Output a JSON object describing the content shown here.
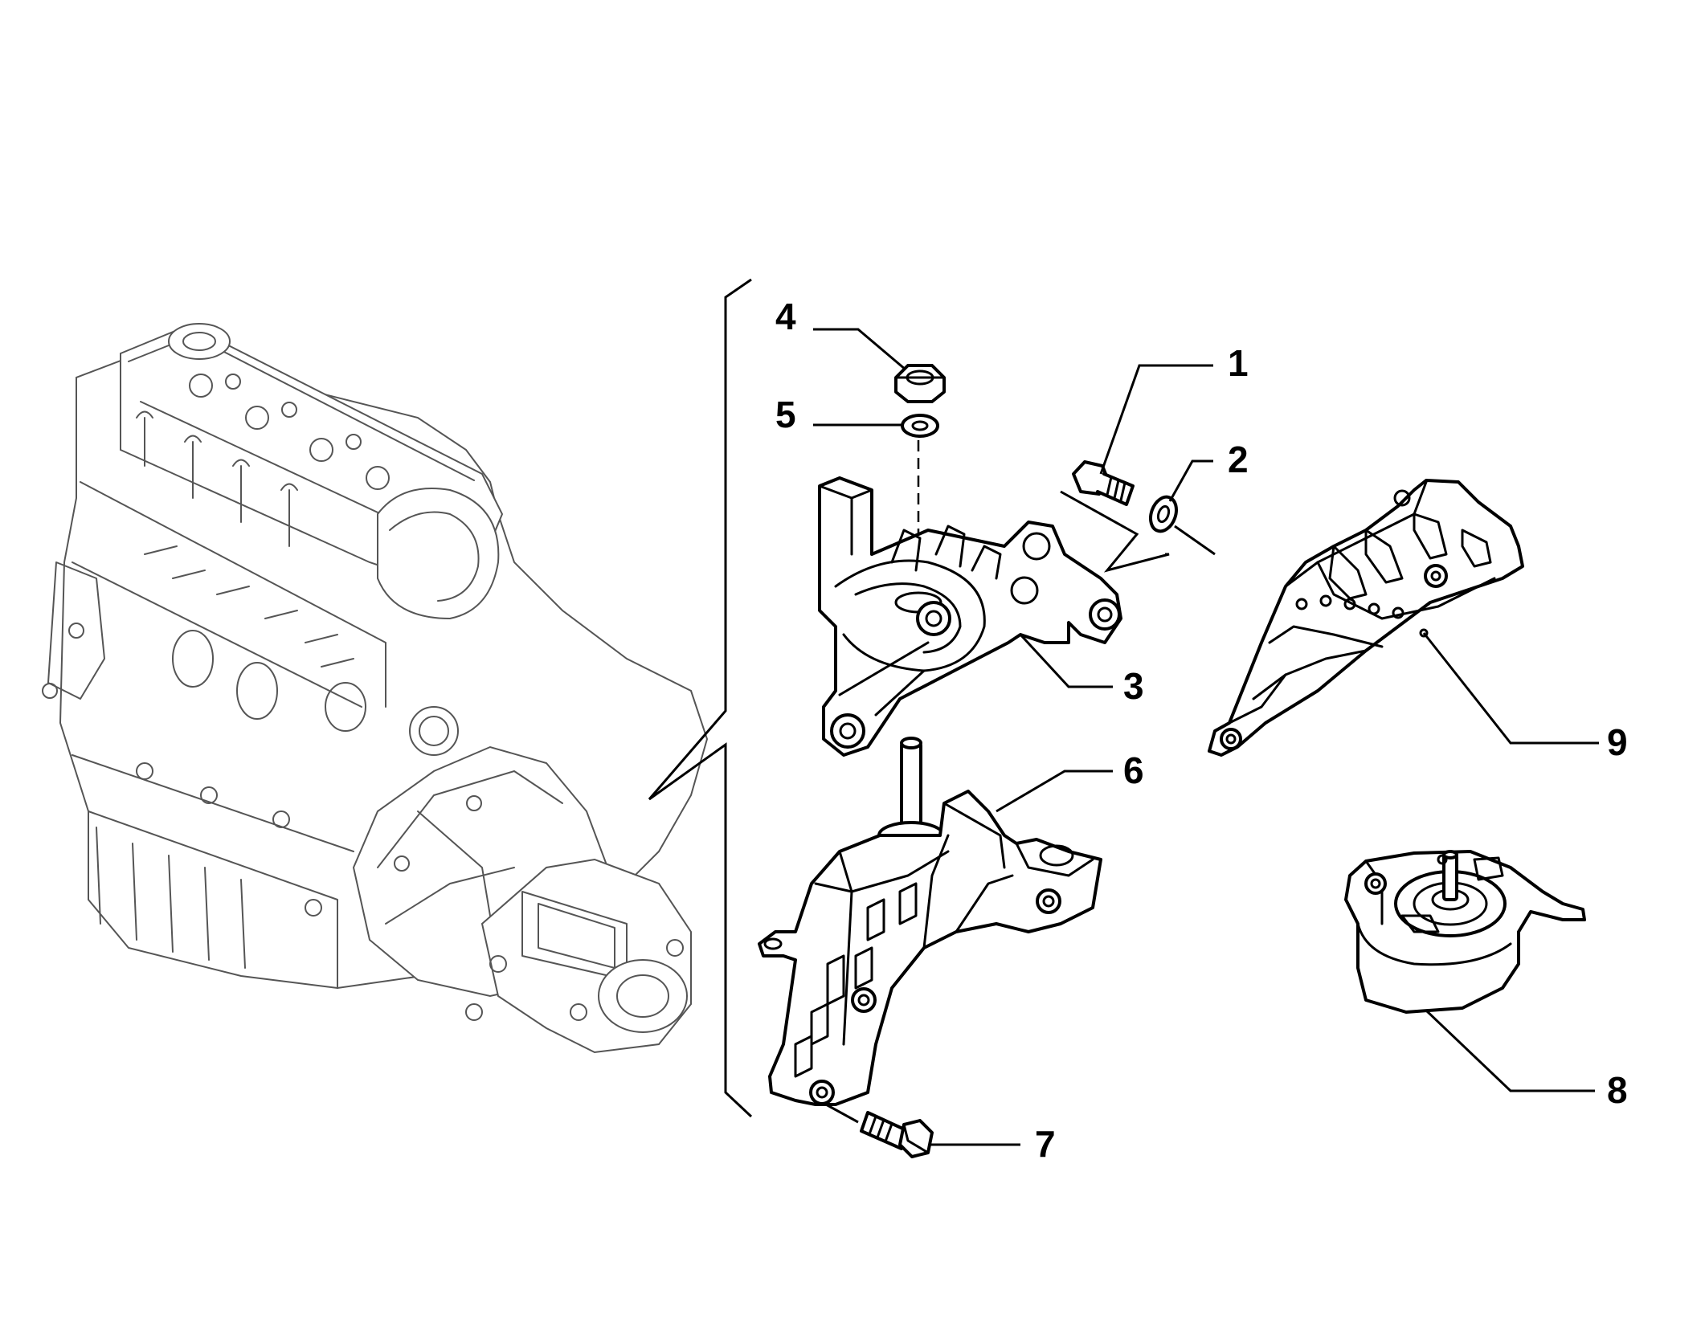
{
  "colors": {
    "background": "#ffffff",
    "parts_stroke": "#000000",
    "engine_stroke": "#555555"
  },
  "callouts": [
    {
      "id": "1",
      "label": "1"
    },
    {
      "id": "2",
      "label": "2"
    },
    {
      "id": "3",
      "label": "3"
    },
    {
      "id": "4",
      "label": "4"
    },
    {
      "id": "5",
      "label": "5"
    },
    {
      "id": "6",
      "label": "6"
    },
    {
      "id": "7",
      "label": "7"
    },
    {
      "id": "8",
      "label": "8"
    },
    {
      "id": "9",
      "label": "9"
    }
  ]
}
